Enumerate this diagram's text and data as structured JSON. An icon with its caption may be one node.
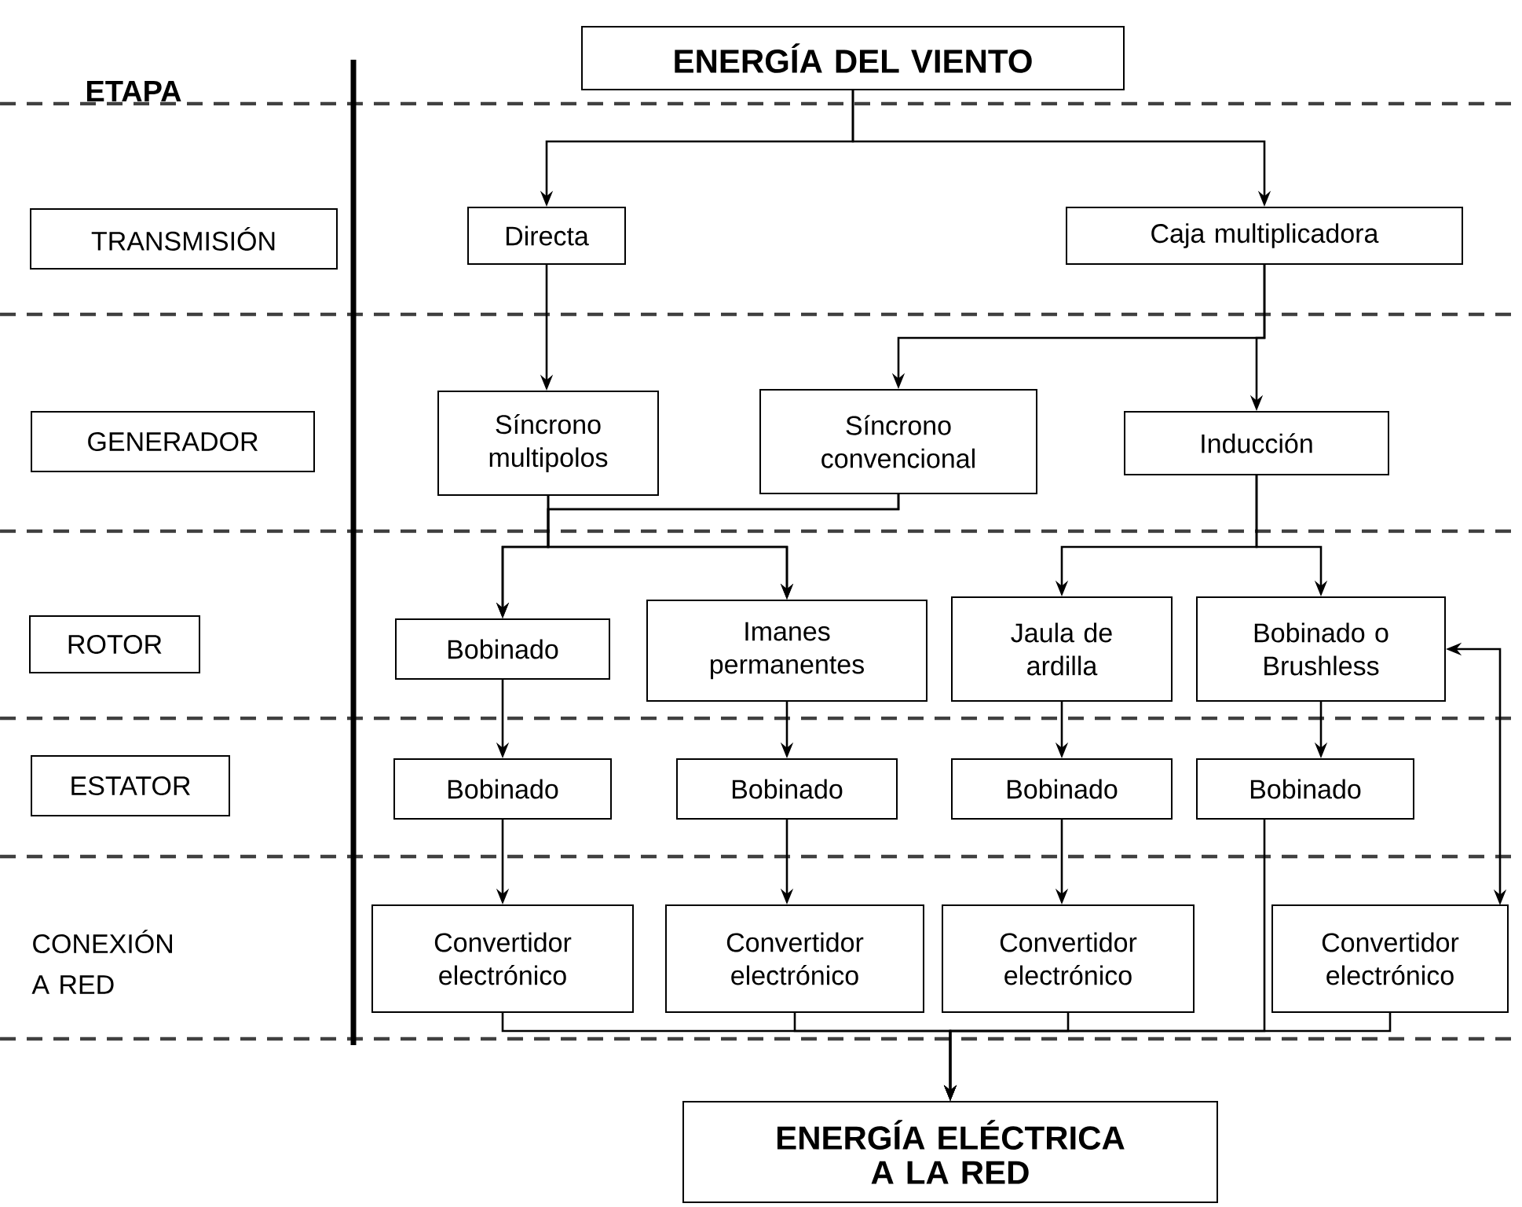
{
  "diagram": {
    "nodes": [
      {
        "text": [
          "ENERGÍA DEL VIENTO"
        ]
      },
      {
        "text": [
          "TRANSMISIÓN"
        ]
      },
      {
        "text": [
          "Directa"
        ]
      },
      {
        "text": [
          "Caja multiplicadora"
        ]
      },
      {
        "text": [
          "GENERADOR"
        ]
      },
      {
        "text": [
          "Síncrono multipolos"
        ]
      },
      {
        "text": [
          "Síncrono convencional"
        ]
      },
      {
        "text": [
          "Inducción"
        ]
      },
      {
        "text": [
          "ROTOR"
        ]
      },
      {
        "text": [
          "Bobinado"
        ]
      },
      {
        "text": [
          "Imanes permanentes"
        ]
      },
      {
        "text": [
          "Jaula de ardilla"
        ]
      },
      {
        "text": [
          "Bobinado o Brushless"
        ]
      },
      {
        "text": [
          "ESTATOR"
        ]
      },
      {
        "text": [
          "Bobinado"
        ]
      },
      {
        "text": [
          "Bobinado"
        ]
      },
      {
        "text": [
          "Bobinado"
        ]
      },
      {
        "text": [
          "Bobinado"
        ]
      },
      {
        "text": [
          "Convertidor electrónico"
        ]
      },
      {
        "text": [
          "Convertidor electrónico"
        ]
      },
      {
        "text": [
          "Convertidor electrónico"
        ]
      },
      {
        "text": [
          "Convertidor electrónico"
        ]
      },
      {
        "text": [
          "ENERGÍA ELÉCTRICA A LA RED"
        ]
      }
    ],
    "edges": [
      {
        "from": 0,
        "to": 2,
        "arrow": "to"
      },
      {
        "from": 0,
        "to": 3,
        "arrow": "to"
      },
      {
        "from": 2,
        "to": 5,
        "arrow": "to"
      },
      {
        "from": 3,
        "to": 6,
        "arrow": "to"
      },
      {
        "from": 3,
        "to": 7,
        "arrow": "to"
      },
      {
        "from": 5,
        "to": 9,
        "arrow": "to"
      },
      {
        "from": 5,
        "to": 10,
        "arrow": "to"
      },
      {
        "from": 6,
        "to": 9,
        "arrow": "to"
      },
      {
        "from": 6,
        "to": 10,
        "arrow": "to"
      },
      {
        "from": 7,
        "to": 11,
        "arrow": "to"
      },
      {
        "from": 7,
        "to": 12,
        "arrow": "to"
      },
      {
        "from": 9,
        "to": 14,
        "arrow": "to"
      },
      {
        "from": 10,
        "to": 15,
        "arrow": "to"
      },
      {
        "from": 11,
        "to": 16,
        "arrow": "to"
      },
      {
        "from": 12,
        "to": 17,
        "arrow": "to"
      },
      {
        "from": 14,
        "to": 18,
        "arrow": "to"
      },
      {
        "from": 15,
        "to": 19,
        "arrow": "to"
      },
      {
        "from": 16,
        "to": 20,
        "arrow": "to"
      },
      {
        "from": 17,
        "to": 22,
        "arrow": "to"
      },
      {
        "from": 18,
        "to": 22,
        "arrow": "to"
      },
      {
        "from": 19,
        "to": 22,
        "arrow": "to"
      },
      {
        "from": 20,
        "to": 22,
        "arrow": "to"
      },
      {
        "from": 21,
        "to": 22,
        "arrow": "to"
      },
      {
        "from": 12,
        "to": 21,
        "arrow": "both"
      }
    ],
    "labels": [
      "ETAPA",
      "CONEXIÓN A RED"
    ]
  }
}
